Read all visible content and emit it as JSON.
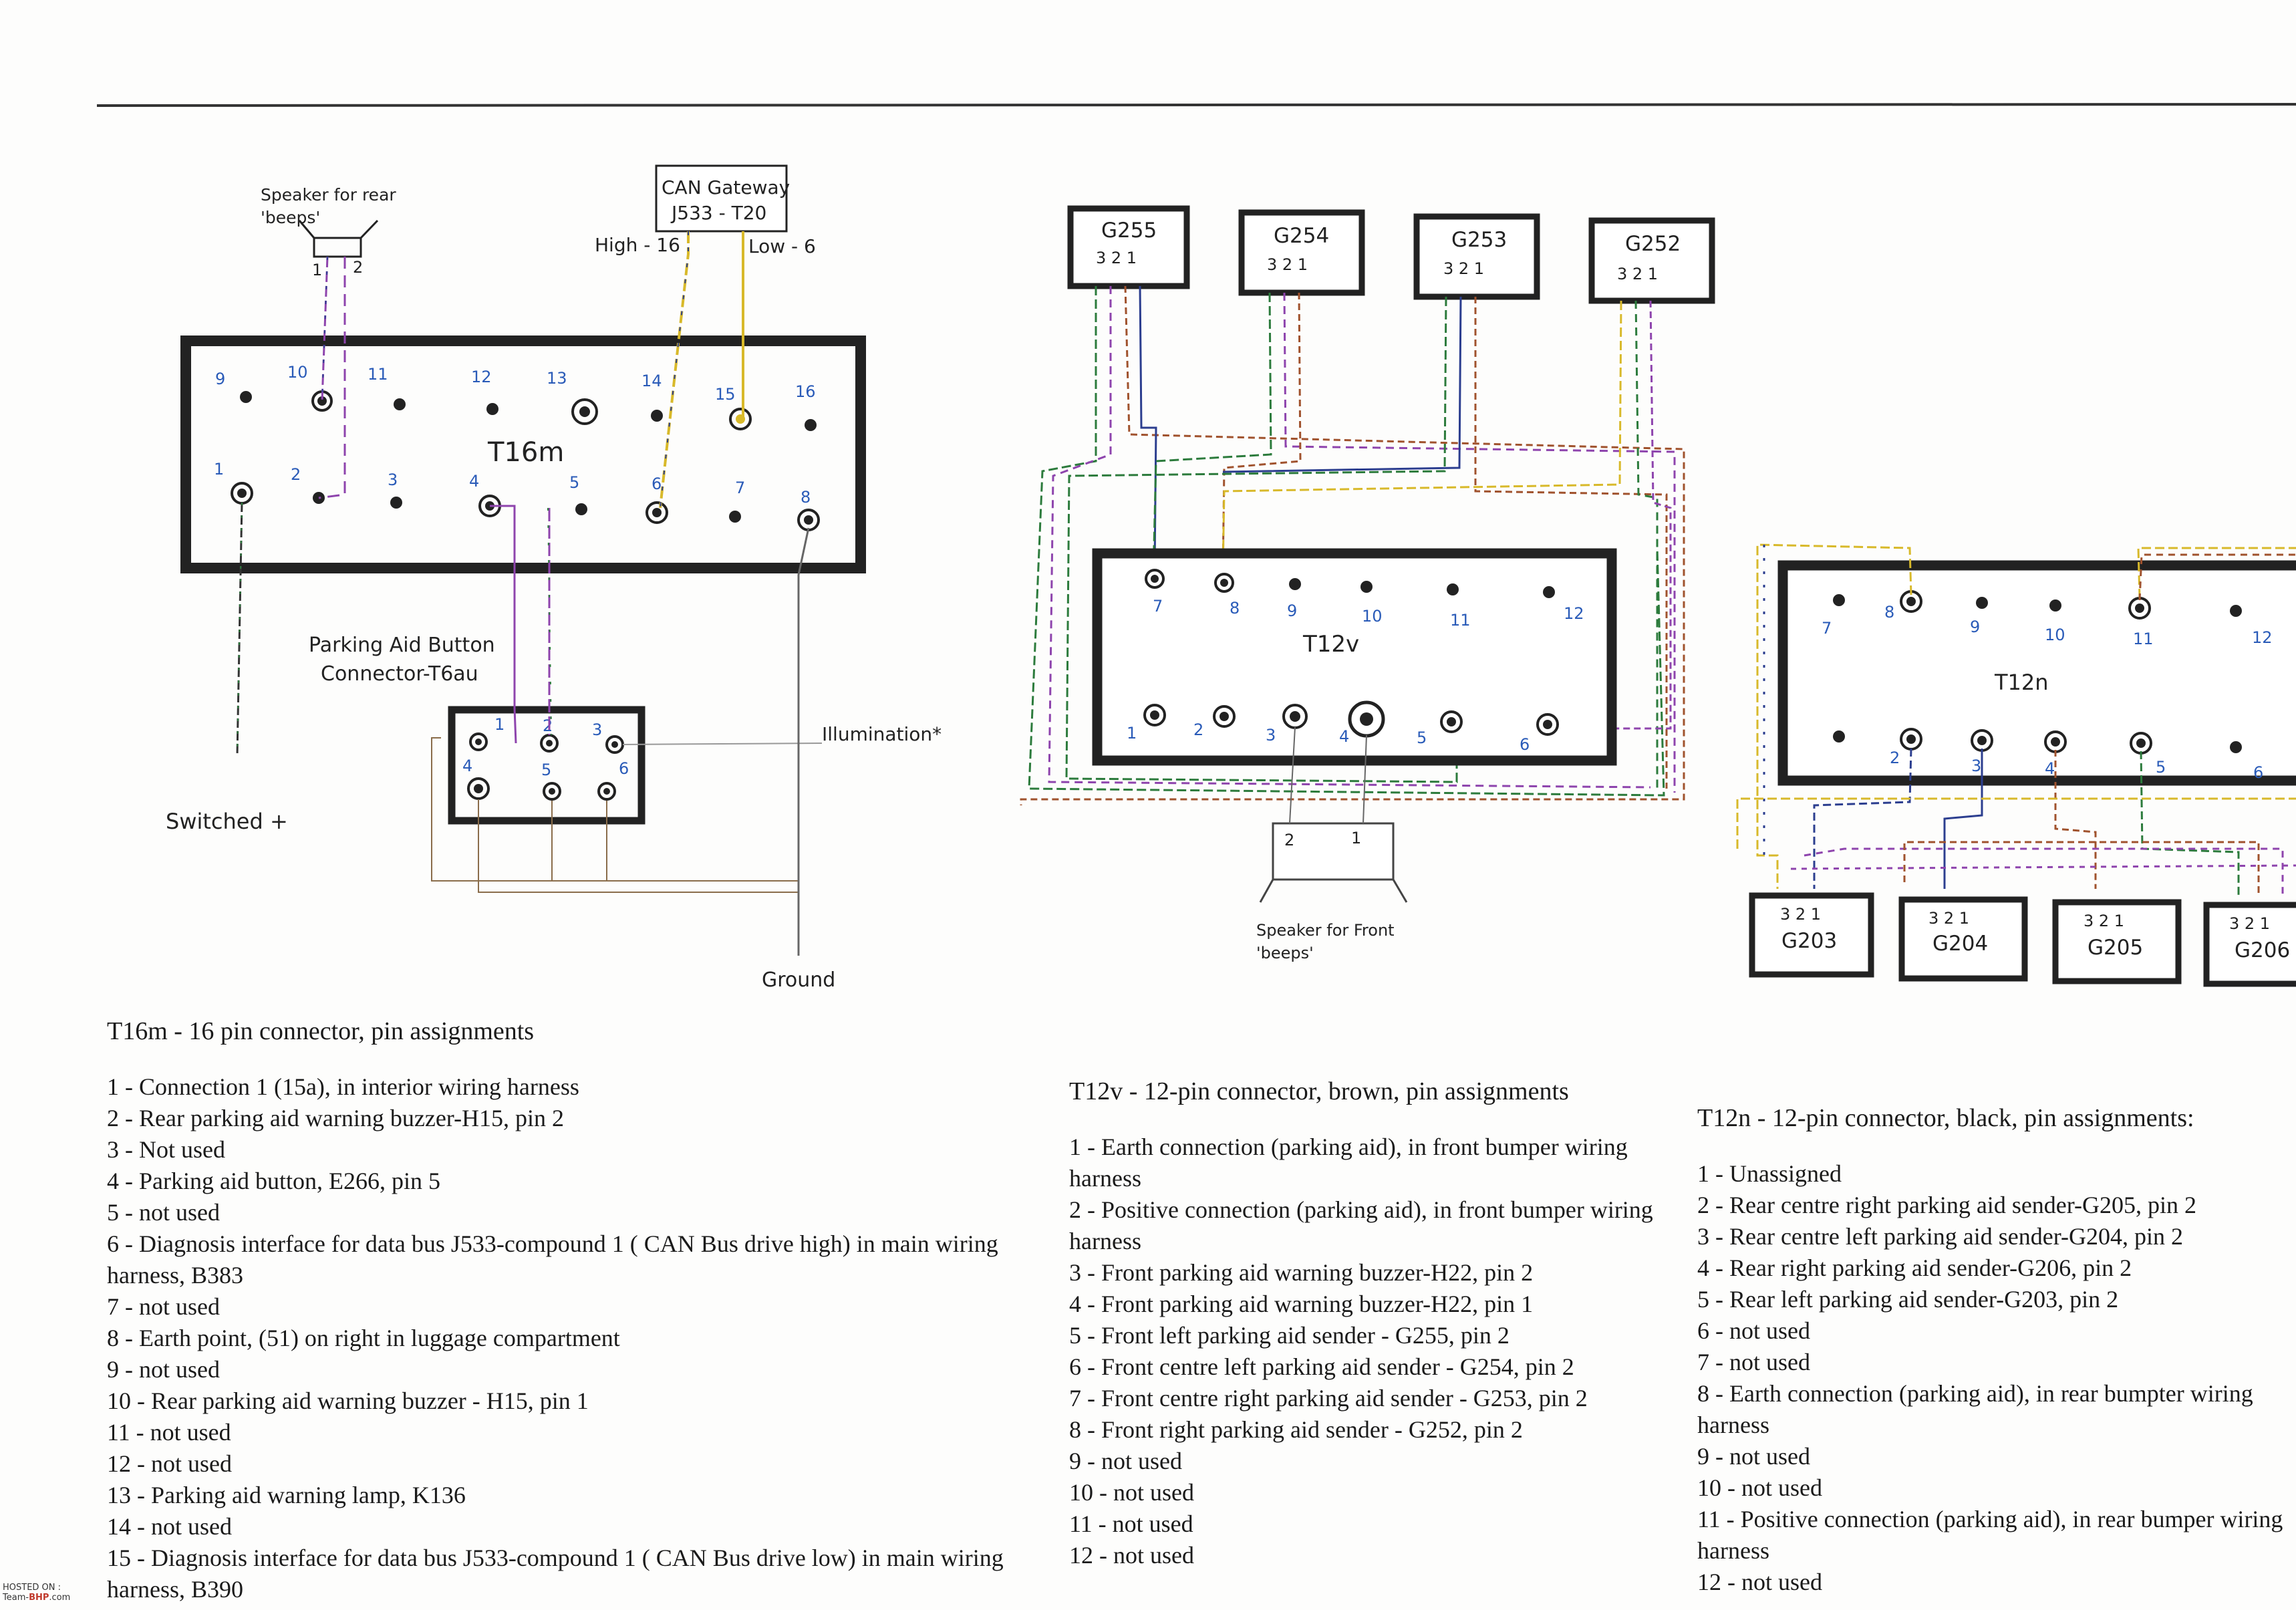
{
  "diagram": {
    "t16m": {
      "name": "T16m",
      "pins_top": [
        "9",
        "10",
        "11",
        "12",
        "13",
        "14",
        "15",
        "16"
      ],
      "pins_bottom": [
        "1",
        "2",
        "3",
        "4",
        "5",
        "6",
        "7",
        "8"
      ]
    },
    "can_gateway": {
      "line1": "CAN Gateway",
      "line2": "J533 - T20"
    },
    "high_label": "High - 16",
    "low_label": "Low - 6",
    "rear_speaker": {
      "line1": "Speaker for rear",
      "line2": "'beeps'",
      "pin1": "1",
      "pin2": "2"
    },
    "parking_button": {
      "line1": "Parking Aid Button",
      "line2": "Connector-T6au",
      "pins": [
        "1",
        "2",
        "3",
        "4",
        "5",
        "6"
      ]
    },
    "illumination": "Illumination*",
    "switched": "Switched +",
    "ground": "Ground",
    "t12v": {
      "name": "T12v",
      "pins_top": [
        "7",
        "8",
        "9",
        "10",
        "11",
        "12"
      ],
      "pins_bottom": [
        "1",
        "2",
        "3",
        "4",
        "5",
        "6"
      ]
    },
    "t12n": {
      "name": "T12n",
      "pins_top": [
        "7",
        "8",
        "9",
        "10",
        "11",
        "12"
      ],
      "pins_bottom": [
        "2",
        "3",
        "4",
        "5",
        "6"
      ]
    },
    "front_sensors": [
      "G255",
      "G254",
      "G253",
      "G252"
    ],
    "rear_sensors": [
      "G203",
      "G204",
      "G205",
      "G206"
    ],
    "sensor_pins": "3 2 1",
    "front_speaker": {
      "line1": "Speaker for Front",
      "line2": "'beeps'",
      "pin2": "2",
      "pin1": "1"
    }
  },
  "lists": {
    "t16m": {
      "title": "T16m - 16 pin connector, pin assignments",
      "items": [
        "1 -  Connection 1 (15a), in interior wiring harness",
        "2 - Rear parking aid warning buzzer-H15, pin 2",
        "3 - Not used",
        "4 - Parking aid button, E266, pin 5",
        "5 - not used",
        "6 - Diagnosis interface for data bus J533-compound 1 ( CAN Bus drive high) in main wiring harness, B383",
        "7 - not used",
        "8 - Earth point, (51) on right in luggage compartment",
        "9 - not used",
        "10 - Rear parking aid warning buzzer - H15, pin 1",
        "11 - not used",
        "12 - not used",
        "13 - Parking aid warning lamp, K136",
        "14 - not used",
        "15 - Diagnosis interface for data bus J533-compound 1 ( CAN Bus drive low) in main wiring harness, B390"
      ]
    },
    "t12v": {
      "title": "T12v - 12-pin connector, brown, pin assignments",
      "items": [
        "1 - Earth connection (parking aid), in front bumper wiring harness",
        "2 - Positive connection (parking aid), in front bumper wiring harness",
        "3 - Front parking aid warning buzzer-H22, pin 2",
        "4 - Front parking aid warning buzzer-H22, pin 1",
        "5 - Front left parking aid sender - G255, pin 2",
        "6 - Front centre left parking aid sender - G254, pin 2",
        "7 - Front centre right parking aid sender - G253, pin 2",
        "8 - Front right parking aid sender - G252, pin 2",
        "9 - not used",
        "10 - not used",
        "11 - not used",
        "12 - not used"
      ]
    },
    "t12n": {
      "title": "T12n - 12-pin connector, black, pin assignments:",
      "items": [
        "1 - Unassigned",
        "2 - Rear centre right parking aid sender-G205, pin 2",
        "3 - Rear centre left parking aid sender-G204, pin 2",
        "4 - Rear right parking aid sender-G206, pin 2",
        "5 - Rear left parking aid sender-G203, pin 2",
        "6 - not used",
        "7 - not used",
        "8 - Earth connection (parking aid), in rear bumpter wiring harness",
        "9 - not used",
        "10 - not used",
        "11 - Positive connection (parking aid), in rear bumper wiring harness",
        "12 - not used"
      ]
    }
  },
  "watermark": {
    "line1": "HOSTED ON :",
    "brand_team": "Team-",
    "brand_bhp": "BHP",
    "brand_com": ".com"
  }
}
